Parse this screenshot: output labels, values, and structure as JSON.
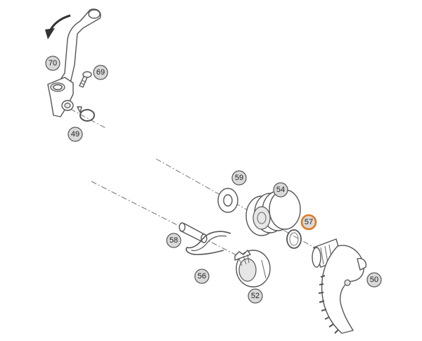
{
  "diagram": {
    "accent_color": "#e07a1f",
    "parts": [
      {
        "id": "p70",
        "label": "70",
        "name": "kick-starter-lever"
      },
      {
        "id": "p69",
        "label": "69",
        "name": "screw"
      },
      {
        "id": "p49",
        "label": "49",
        "name": "clamp-ring"
      },
      {
        "id": "p59",
        "label": "59",
        "name": "washer"
      },
      {
        "id": "p54",
        "label": "54",
        "name": "spring"
      },
      {
        "id": "p57",
        "label": "57",
        "name": "ring",
        "highlighted": true
      },
      {
        "id": "p58",
        "label": "58",
        "name": "pin"
      },
      {
        "id": "p56",
        "label": "56",
        "name": "wire-spring"
      },
      {
        "id": "p52",
        "label": "52",
        "name": "ratchet-gear"
      },
      {
        "id": "p50",
        "label": "50",
        "name": "kick-starter-shaft"
      }
    ]
  }
}
